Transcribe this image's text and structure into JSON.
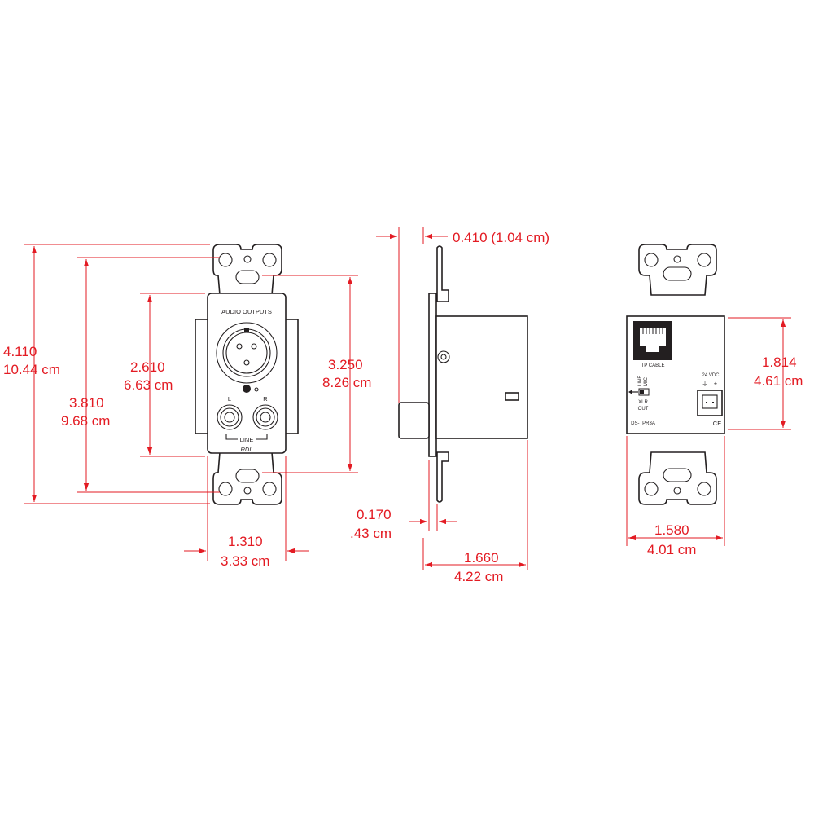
{
  "front_view": {
    "panel_title": "AUDIO OUTPUTS",
    "left_jack": "L",
    "right_jack": "R",
    "jack_group": "LINE",
    "brand": "RDL",
    "dim_overall_height": [
      "4.110",
      "10.44 cm"
    ],
    "dim_mounting_height": [
      "3.810",
      "9.68 cm"
    ],
    "dim_panel_height": [
      "2.610",
      "6.63 cm"
    ],
    "dim_frame_height": [
      "3.250",
      "8.26 cm"
    ],
    "dim_width": [
      "1.310",
      "3.33 cm"
    ]
  },
  "side_view": {
    "dim_plate_depth": "0.410 (1.04 cm)",
    "dim_knob": [
      "0.170",
      ".43 cm"
    ],
    "dim_body_depth": [
      "1.660",
      "4.22 cm"
    ]
  },
  "rear_view": {
    "rj45_label": "TP CABLE",
    "switch_top": [
      "LINE",
      "MIC"
    ],
    "switch_bottom": [
      "XLR",
      "OUT"
    ],
    "power_label": "24 VDC",
    "ground_symbol": "⏚",
    "plus_symbol": "+",
    "model": "DS-TPR3A",
    "ce_mark": "CE",
    "dim_height": [
      "1.814",
      "4.61 cm"
    ],
    "dim_width": [
      "1.580",
      "4.01 cm"
    ]
  },
  "colors": {
    "dimension": "#e31b23",
    "outline": "#231f20"
  }
}
